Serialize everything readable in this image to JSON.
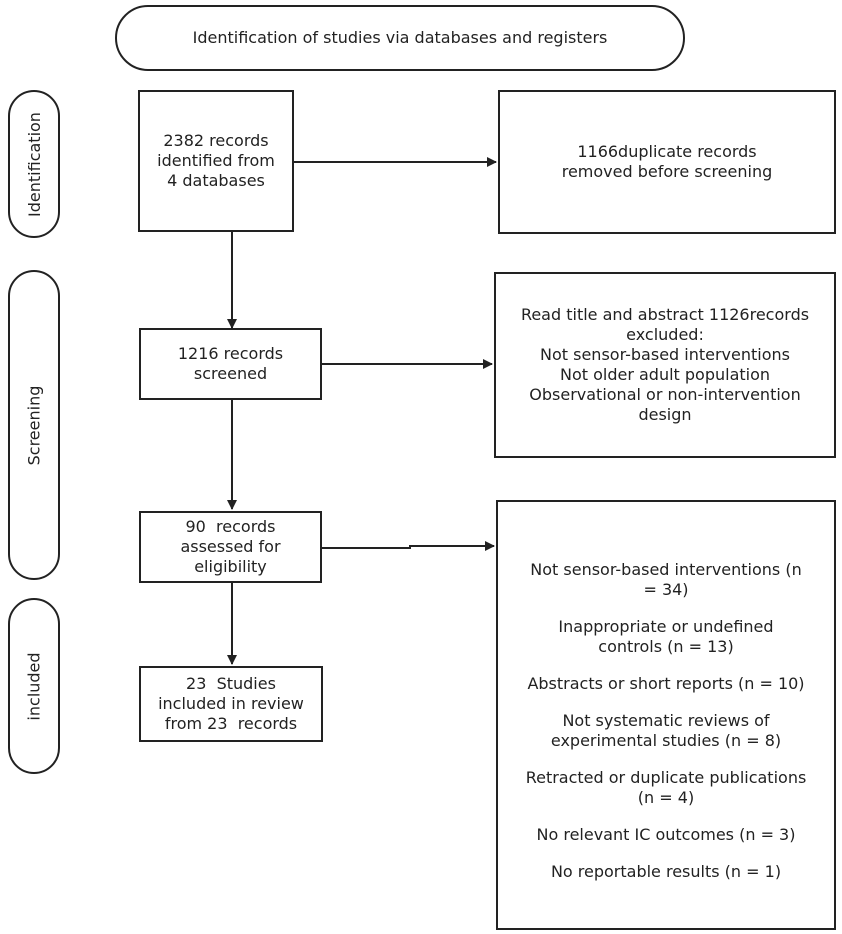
{
  "header": {
    "title": "Identification of studies via databases and registers"
  },
  "stages": {
    "identification": "Identification",
    "screening": "Screening",
    "included": "included"
  },
  "boxes": {
    "records_identified": [
      "2382 records",
      "identified from",
      "4 databases"
    ],
    "duplicates_removed": [
      "1166duplicate records",
      "removed before screening"
    ],
    "records_screened": [
      "1216 records",
      "screened"
    ],
    "title_abstract_excluded": [
      "Read title and abstract 1126records",
      "excluded:",
      "Not sensor-based interventions",
      "Not older adult population",
      "Observational or non-intervention",
      "design"
    ],
    "assessed_eligibility": [
      "90  records",
      "assessed for",
      "eligibility"
    ],
    "studies_included": [
      "23  Studies",
      "included in review",
      "from 23  records"
    ],
    "fulltext_excluded": [
      [
        "Not sensor-based interventions (n",
        "= 34)"
      ],
      [
        "Inappropriate or undefined",
        "controls (n = 13)"
      ],
      [
        "Abstracts or short reports (n = 10)"
      ],
      [
        "Not systematic reviews of",
        "experimental studies (n = 8)"
      ],
      [
        "Retracted or duplicate publications",
        "(n = 4)"
      ],
      [
        "No relevant IC outcomes (n = 3)"
      ],
      [
        "No reportable results (n = 1)"
      ]
    ]
  },
  "colors": {
    "stroke": "#222222",
    "background": "#ffffff"
  }
}
